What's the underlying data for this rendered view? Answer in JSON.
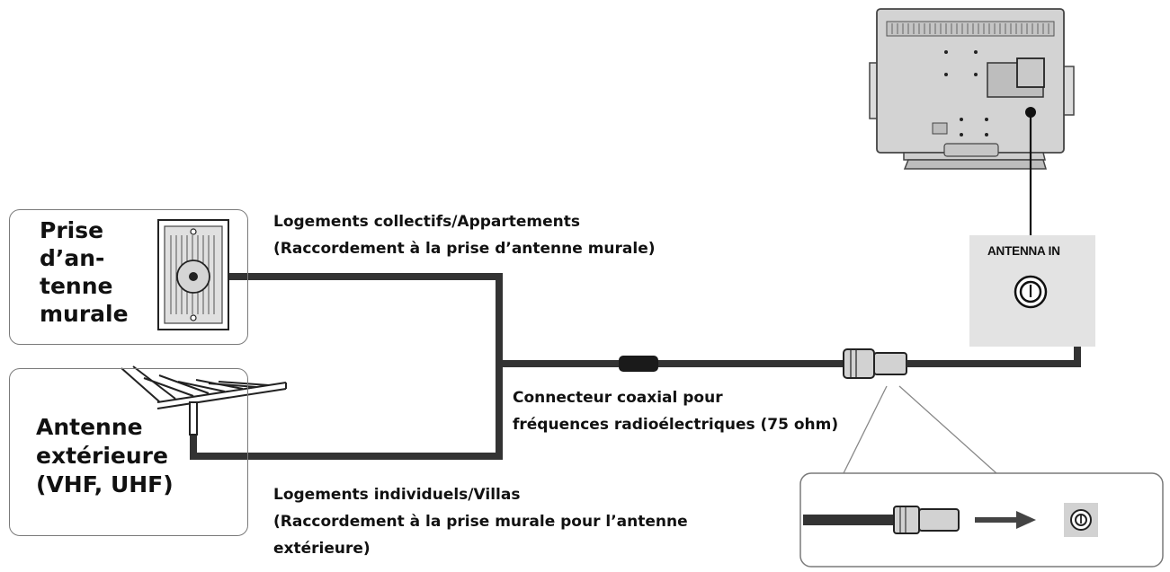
{
  "wall_socket_box": {
    "label_lines": [
      "Prise",
      "d’an-",
      "tenne",
      "murale"
    ]
  },
  "outdoor_antenna_box": {
    "label_lines": [
      "Antenne",
      "extérieure",
      "(VHF, UHF)"
    ]
  },
  "captions": {
    "apartments": {
      "line1": "Logements collectifs/Appartements",
      "line2": "(Raccordement à la prise d’antenne murale)"
    },
    "coax": {
      "line1": "Connecteur coaxial pour",
      "line2": "fréquences radioélectriques (75 ohm)"
    },
    "villas": {
      "line1": "Logements individuels/Villas",
      "line2": "(Raccordement à la prise murale pour l’antenne",
      "line3": "extérieure)"
    }
  },
  "tv_panel": {
    "antenna_in_label": "ANTENNA IN"
  }
}
